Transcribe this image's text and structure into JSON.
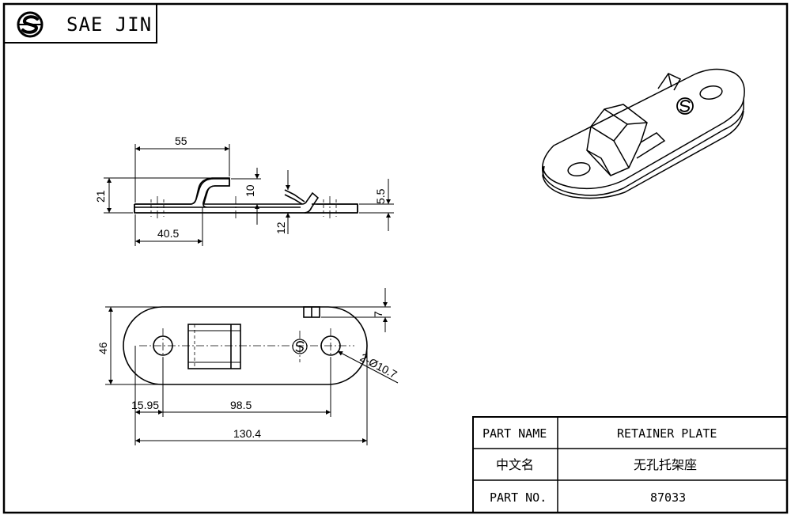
{
  "header": {
    "brand": "SAE JIN",
    "logo_icon": "sae-jin-logo-icon"
  },
  "side_view": {
    "dim_width_top": "55",
    "dim_height_left": "21",
    "dim_hook_height": "10",
    "dim_bend_drop": "12",
    "dim_thickness": "5.5",
    "dim_offset_bottom": "40.5"
  },
  "plan_view": {
    "dim_height": "46",
    "dim_tab": "7",
    "dim_holes": "2-Ø10.7",
    "dim_edge": "15.95",
    "dim_pitch": "98.5",
    "dim_overall": "130.4"
  },
  "title_block": {
    "rows": [
      {
        "label": "PART NAME",
        "value": "RETAINER PLATE"
      },
      {
        "label": "中文名",
        "value": "无孔托架座"
      },
      {
        "label": "PART NO.",
        "value": "87033"
      }
    ]
  }
}
